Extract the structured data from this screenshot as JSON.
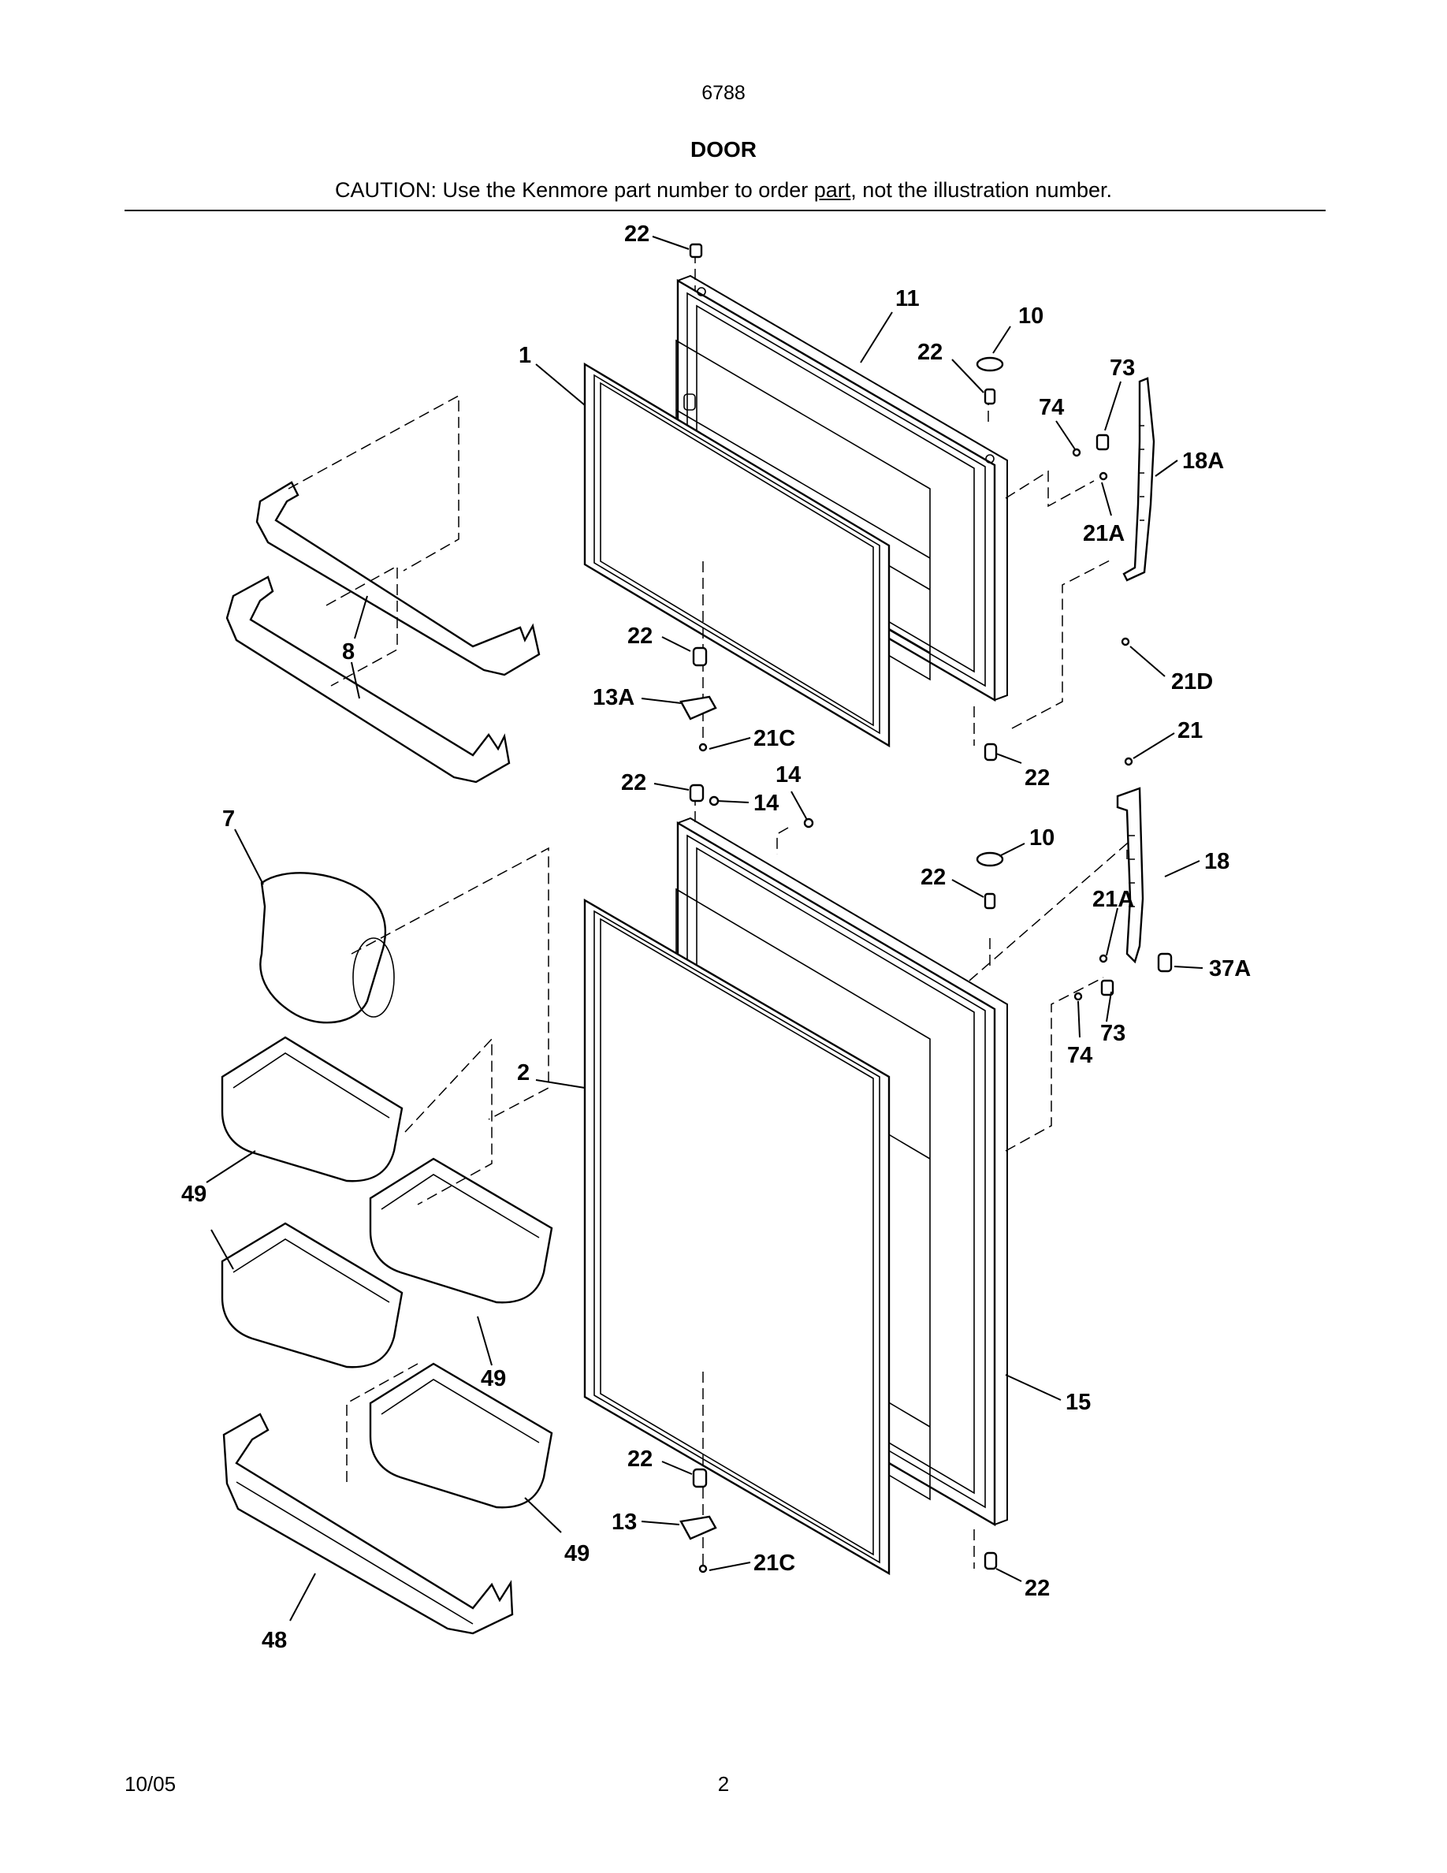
{
  "header": {
    "model_number": "6788",
    "title": "DOOR",
    "caution_before": "CAUTION: Use the Kenmore part number to order ",
    "caution_underlined": "part",
    "caution_after": ", not the illustration number."
  },
  "callouts": {
    "top_hinge_screw": "22",
    "freezer_door": "11",
    "freezer_plug_button": "10",
    "freezer_plug_screw": "22",
    "freezer_gasket": "1",
    "freezer_handle_screw": "74",
    "freezer_handle_clip": "73",
    "freezer_handle": "18A",
    "freezer_handle_clip_screw": "21A",
    "freezer_handle_bottom_screw": "21D",
    "freezer_shelves": "8",
    "freezer_center_hinge_screw": "22",
    "center_hinge_13a": "13A",
    "center_hinge_screw": "21C",
    "freezer_door_stop": "22",
    "fresh_food_top_screw": "22",
    "fresh_food_stop_a": "14",
    "fresh_food_stop_b": "14",
    "fresh_food_handle_top_screw": "21",
    "fresh_food_plug_button": "10",
    "fresh_food_plug_screw": "22",
    "fresh_food_handle": "18",
    "fresh_food_handle_clip_screw": "21A",
    "fresh_food_handle_cap": "37A",
    "fresh_food_handle_clip": "73",
    "fresh_food_handle_screw": "74",
    "dairy_door": "7",
    "fresh_food_gasket": "2",
    "door_bin_a": "49",
    "door_bin_b": "49",
    "door_bin_c": "49",
    "fresh_food_door": "15",
    "bottom_hinge_screw": "22",
    "bottom_hinge": "13",
    "bottom_hinge_fastener": "21C",
    "bottom_door_stop": "22",
    "door_shelf": "48"
  },
  "footer": {
    "date": "10/05",
    "page": "2"
  }
}
